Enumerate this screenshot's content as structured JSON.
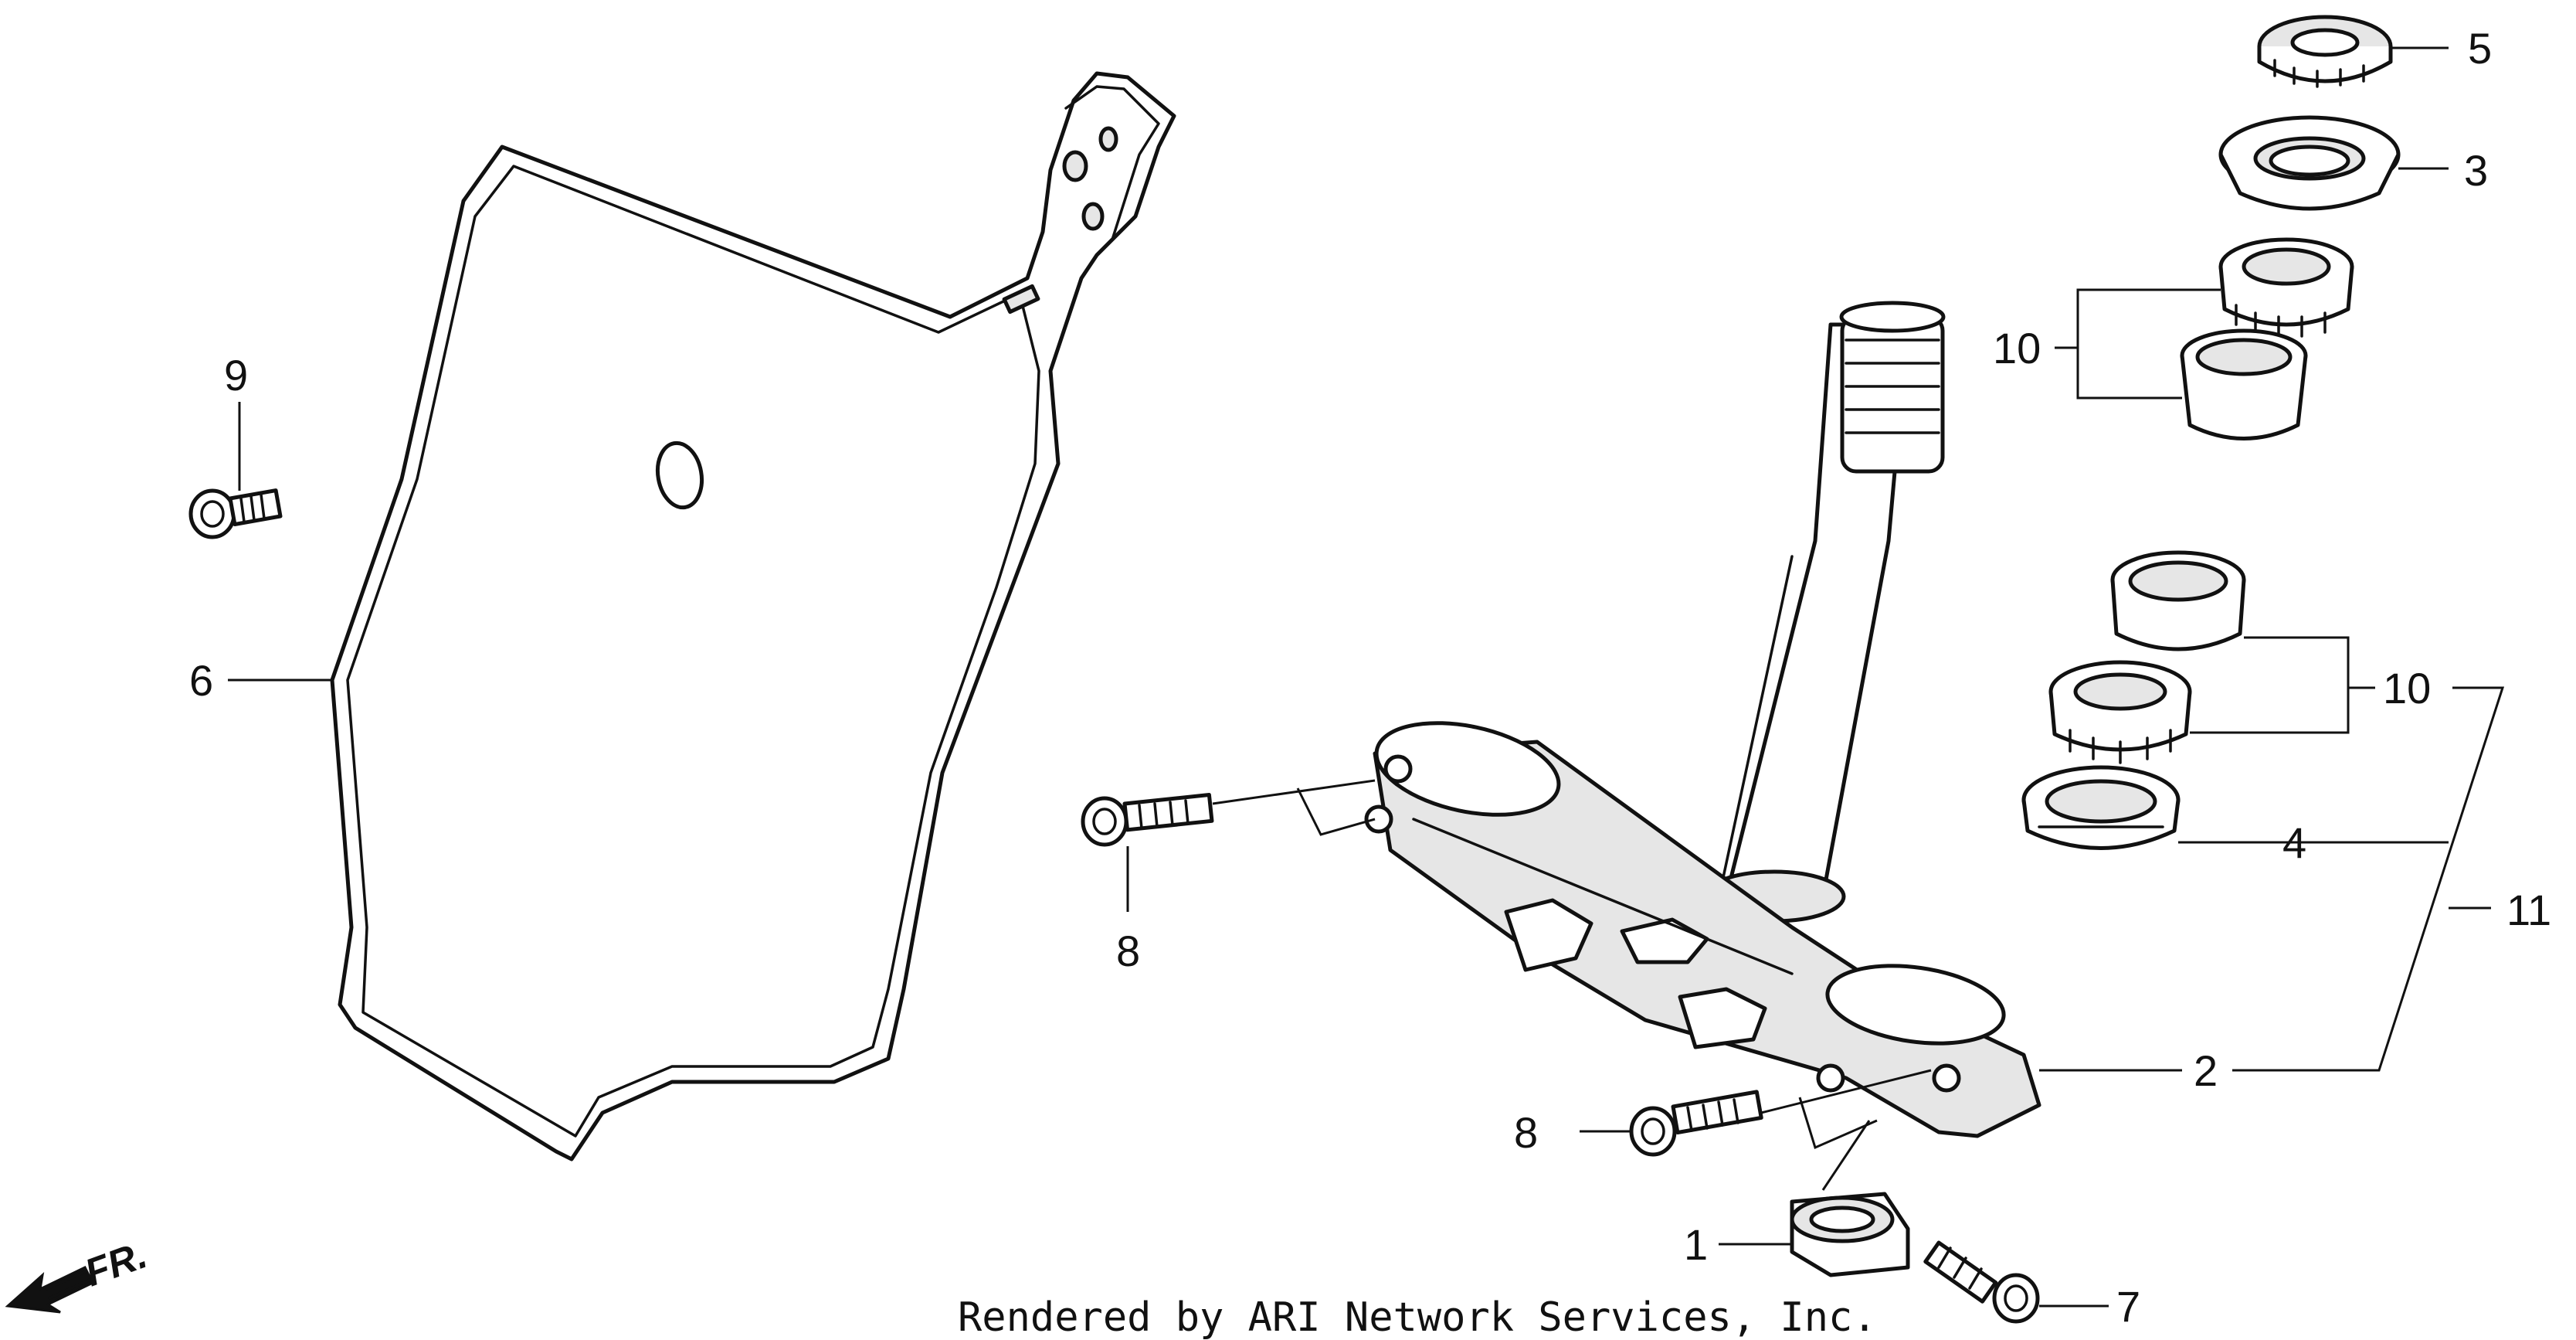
{
  "callouts": {
    "c1": "1",
    "c2": "2",
    "c3": "3",
    "c4": "4",
    "c5": "5",
    "c6": "6",
    "c7": "7",
    "c8a": "8",
    "c8b": "8",
    "c9": "9",
    "c10a": "10",
    "c10b": "10",
    "c11": "11"
  },
  "direction_label": "FR.",
  "footer": "Rendered by ARI Network Services, Inc."
}
